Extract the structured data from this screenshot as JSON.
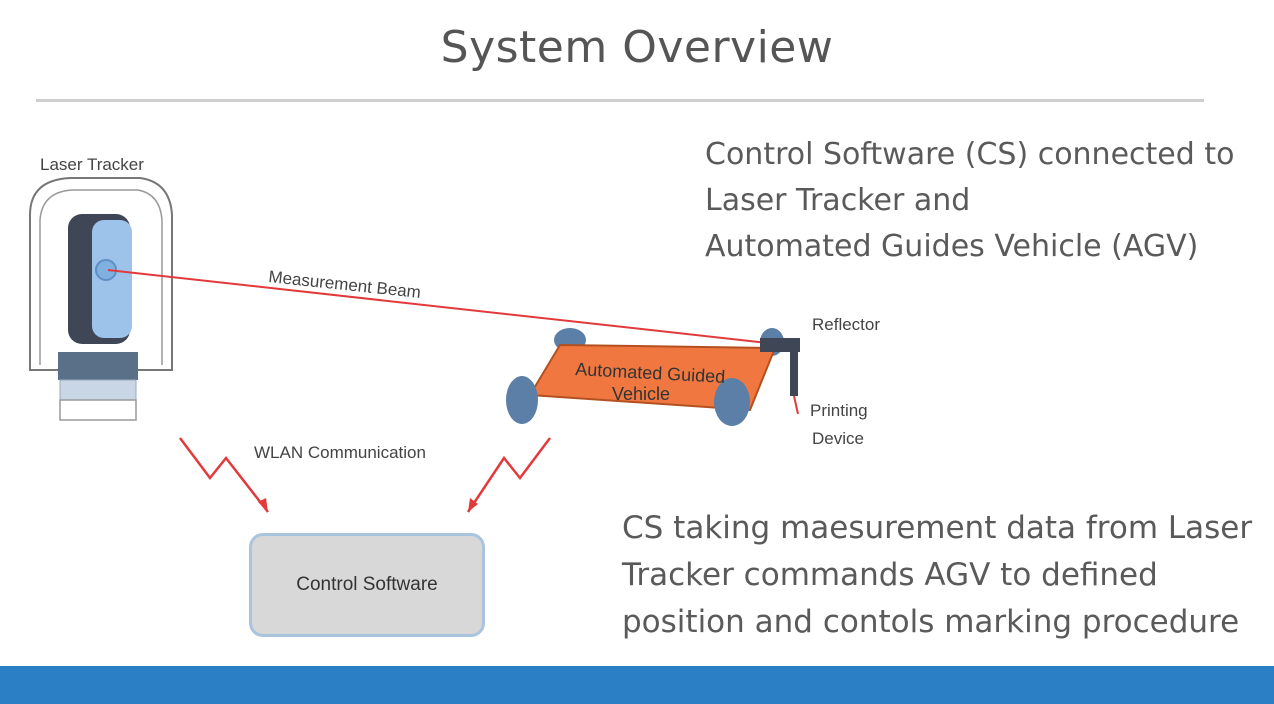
{
  "title": "System Overview",
  "description_top": {
    "lines": [
      "Control Software (CS) connected to",
      "Laser Tracker and",
      "Automated Guides Vehicle (AGV)"
    ]
  },
  "description_bottom": {
    "lines": [
      "CS taking maesurement data from Laser",
      "Tracker commands AGV to defined",
      "position and contols marking procedure"
    ]
  },
  "diagram": {
    "laser_tracker_label": "Laser Tracker",
    "beam_label": "Measurement Beam",
    "reflector_label": "Reflector",
    "agv_label_line1": "Automated Guided",
    "agv_label_line2": "Vehicle",
    "printing_label_line1": "Printing",
    "printing_label_line2": "Device",
    "wlan_label": "WLAN Communication",
    "control_software_label": "Control Software"
  },
  "colors": {
    "accent_bar": "#2b7fc4",
    "beam": "#e23a3a",
    "agv_body": "#f07840",
    "agv_wheels": "#5b7fa6",
    "control_box": "#d8d8d8"
  }
}
